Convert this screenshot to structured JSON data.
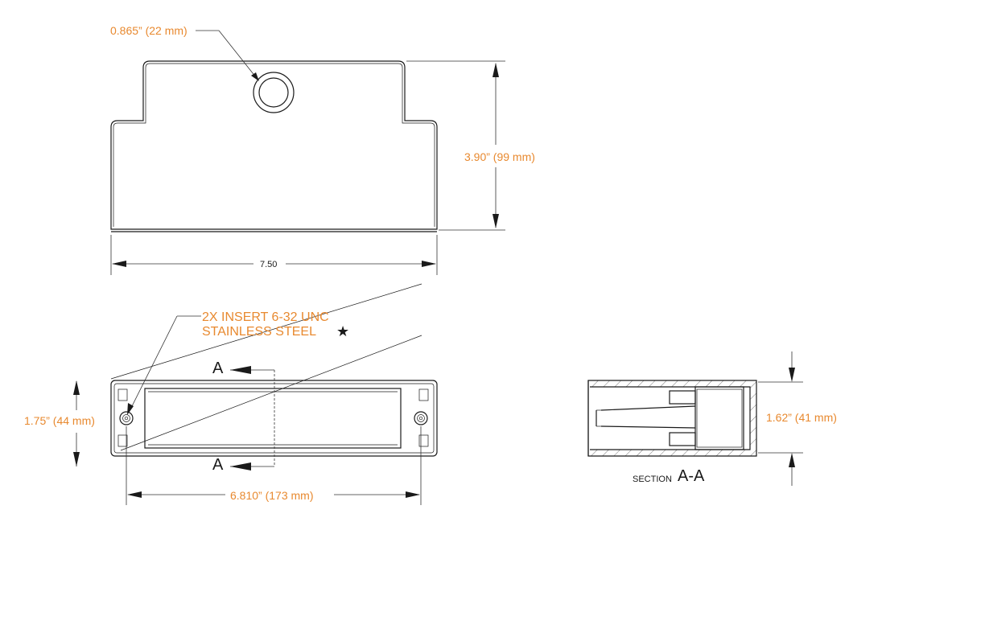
{
  "colors": {
    "dimension": "#e8892f",
    "line": "#1a1a1a"
  },
  "dimensions": {
    "hole_diameter": "0.865” (22 mm)",
    "height": "3.90” (99 mm)",
    "width": "7.50",
    "depth": "1.75” (44 mm)",
    "insert_spacing": "6.810” (173 mm)",
    "section_height": "1.62” (41 mm)"
  },
  "note": {
    "line1": "2X INSERT 6-32 UNC",
    "line2": "STAINLESS STEEL",
    "star": "★"
  },
  "section": {
    "marker": "A",
    "word": "SECTION",
    "label": "A-A"
  }
}
